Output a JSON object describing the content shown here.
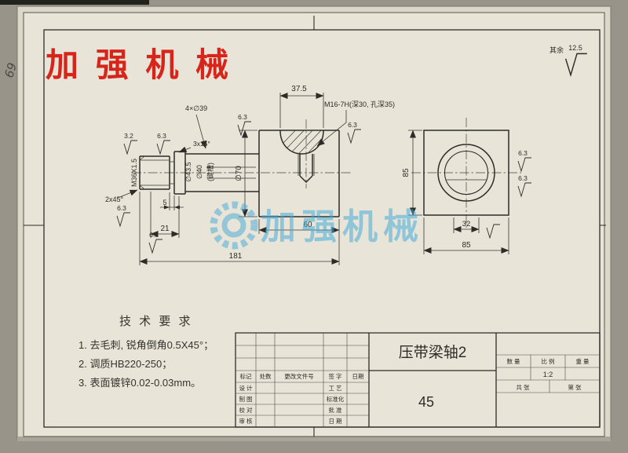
{
  "colors": {
    "brand_red": "#d8251c",
    "watermark_blue": "#3fa8d8",
    "paper": "#e8e5d8"
  },
  "brand": {
    "logo": "加 强 机 械",
    "watermark": "加强机械"
  },
  "margin_note": "69",
  "general": {
    "label": "其余",
    "value": "12.5"
  },
  "rough": {
    "r32": "3.2",
    "r63": "6.3"
  },
  "dims": {
    "d375": "37.5",
    "m16": "M16-7H(深30, 孔深35)",
    "holes": "4×∅39",
    "ch315": "3x15°",
    "m36": "M36X1.5",
    "d435": "∅43.5",
    "d40": "∅40",
    "keyway": "(键槽)",
    "ch245": "2x45°",
    "d5": "5",
    "d21": "21",
    "d60": "60",
    "d181": "181",
    "d70": "∅70",
    "d85L": "85",
    "d85B": "85",
    "d32": "32"
  },
  "tech": {
    "title": "技 术 要 求",
    "items": [
      "1. 去毛刺, 锐角倒角0.5X45°；",
      "2. 调质HB220-250；",
      "3. 表面镀锌0.02-0.03mm。"
    ]
  },
  "titleblock": {
    "part_name": "压带梁轴2",
    "material": "45",
    "rev_header": {
      "c1": "标记",
      "c2": "处数",
      "c3": "更改文件号",
      "c4": "签 字",
      "c5": "日期"
    },
    "rows": {
      "r1l": "设 计",
      "r1r": "工 艺",
      "r2l": "制 图",
      "r2r": "标准化",
      "r3l": "校 对",
      "r3r": "批 准",
      "r4l": "审 核",
      "r4r": "日 期"
    },
    "qty": "数 量",
    "scale": "比 例",
    "weight": "重 量",
    "scale_val": "1:2",
    "sheets": "共  张",
    "sheet_no": "第  张"
  }
}
